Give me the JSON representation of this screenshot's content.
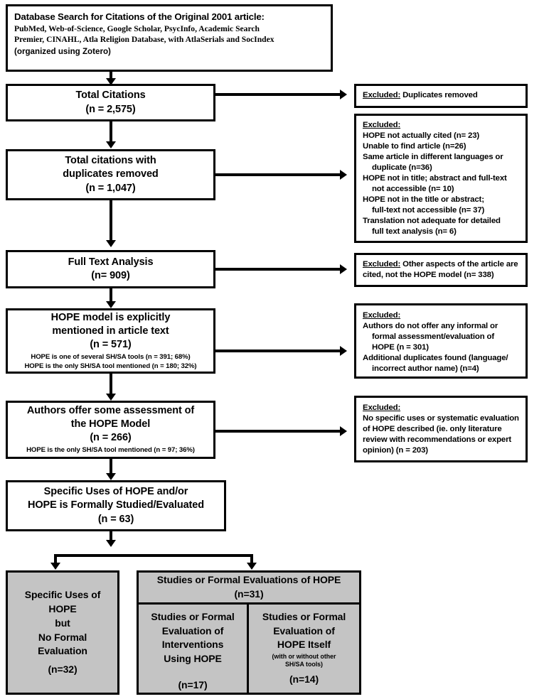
{
  "diagram": {
    "title": "PRISMA-style flow diagram of database search for citations of the original 2001 HOPE article",
    "colors": {
      "box_fill": "#ffffff",
      "gray_fill": "#c4c4c4",
      "border": "#000000",
      "text": "#000000"
    }
  },
  "nodes": {
    "search": {
      "line1": "Database Search for Citations of the Original 2001 article:",
      "line2": "PubMed, Web-of-Science, Google Scholar, PsycInfo, Academic Search",
      "line3": "Premier, CINAHL, Atla Religion Database, with AtlaSerials and SocIndex",
      "line4": "(organized using Zotero)"
    },
    "total_citations": {
      "label": "Total Citations",
      "count": "(n = 2,575)"
    },
    "dedup": {
      "label1": "Total citations with",
      "label2": "duplicates removed",
      "count": "(n = 1,047)"
    },
    "full_text": {
      "label": "Full Text Analysis",
      "count": "(n= 909)"
    },
    "hope_mentioned": {
      "label1": "HOPE model is explicitly",
      "label2": "mentioned in article text",
      "count": "(n = 571)",
      "sub1": "HOPE is one of several SH/SA tools (n = 391; 68%)",
      "sub2": "HOPE is the only SH/SA tool mentioned (n = 180;  32%)"
    },
    "assessment": {
      "label1": "Authors offer some assessment of",
      "label2": "the HOPE Model",
      "count": "(n = 266)",
      "sub1": "HOPE is the only SH/SA tool mentioned (n = 97;  36%)"
    },
    "specific_uses": {
      "label1": "Specific Uses of HOPE and/or",
      "label2": "HOPE is Formally Studied/Evaluated",
      "count": "(n = 63)"
    }
  },
  "excluded": {
    "duplicates": {
      "heading": "Excluded:",
      "text": " Duplicates removed"
    },
    "screening": {
      "heading": "Excluded:",
      "items": [
        {
          "text": "HOPE not actually cited  (n= 23)",
          "cont": ""
        },
        {
          "text": "Unable to find article (n=26)",
          "cont": ""
        },
        {
          "text": "Same article in different languages or",
          "cont": "duplicate  (n=36)"
        },
        {
          "text": "HOPE not in title; abstract and full-text",
          "cont": "not accessible  (n= 10)"
        },
        {
          "text": "HOPE not in the title or abstract;",
          "cont": "full-text not accessible  (n= 37)"
        },
        {
          "text": "Translation not adequate for detailed",
          "cont": "full text analysis (n= 6)"
        }
      ]
    },
    "other_aspects": {
      "heading": "Excluded:",
      "line1": " Other aspects of the article are",
      "line2": "cited, not the HOPE model (n= 338)"
    },
    "no_assessment": {
      "heading": "Excluded:",
      "items": [
        {
          "text": "Authors do not offer any informal or",
          "cont": "formal assessment/evaluation of",
          "cont2": "HOPE  (n = 301)"
        },
        {
          "text": "Additional duplicates found (language/",
          "cont": "incorrect author name) (n=4)",
          "cont2": ""
        }
      ]
    },
    "no_specific_uses": {
      "heading": "Excluded:",
      "line1": "No specific uses or systematic evaluation",
      "line2": "of HOPE described  (ie. only literature",
      "line3": "review with recommendations or expert",
      "line4": "opinion)  (n = 203)"
    }
  },
  "outcomes": {
    "no_formal": {
      "l1": "Specific Uses of",
      "l2": "HOPE",
      "l3": "but",
      "l4": "No Formal",
      "l5": "Evaluation",
      "count": "(n=32)"
    },
    "studies_header": {
      "label": "Studies or Formal Evaluations of HOPE",
      "count": "(n=31)"
    },
    "interventions": {
      "l1": "Studies or Formal",
      "l2": "Evaluation of",
      "l3": "Interventions",
      "l4": "Using HOPE",
      "count": "(n=17)"
    },
    "hope_itself": {
      "l1": "Studies or Formal",
      "l2": "Evaluation of",
      "l3": "HOPE Itself",
      "note1": "(with or without other",
      "note2": "SH/SA tools)",
      "count": "(n=14)"
    }
  }
}
